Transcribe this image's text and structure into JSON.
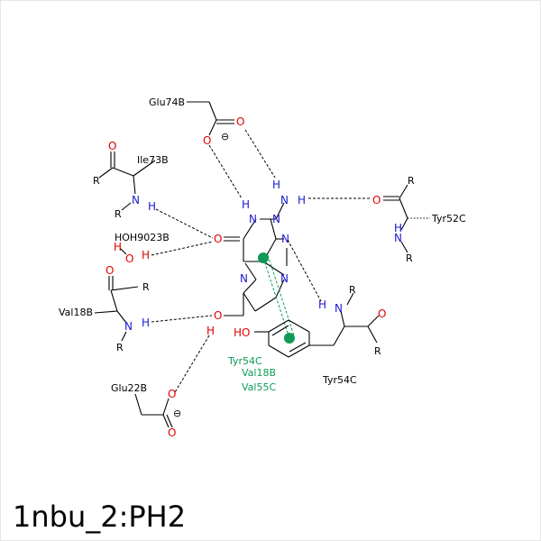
{
  "title": "1nbu_2:PH2",
  "residues": {
    "glu74": "Glu74B",
    "ile73": "Ile73B",
    "hoh": "HOH9023B",
    "val18": "Val18B",
    "glu22": "Glu22B",
    "tyr52": "Tyr52C",
    "tyr54_right": "Tyr54C",
    "stack": [
      "Tyr54C",
      "Val18B",
      "Val55C"
    ]
  },
  "atoms": {
    "O": "O",
    "N": "N",
    "H": "H",
    "R": "R",
    "HO": "HO",
    "minus": "⊖"
  },
  "colors": {
    "oxygen": "#e00000",
    "nitrogen": "#1a1ad0",
    "pi_stack": "#0f9a57"
  }
}
